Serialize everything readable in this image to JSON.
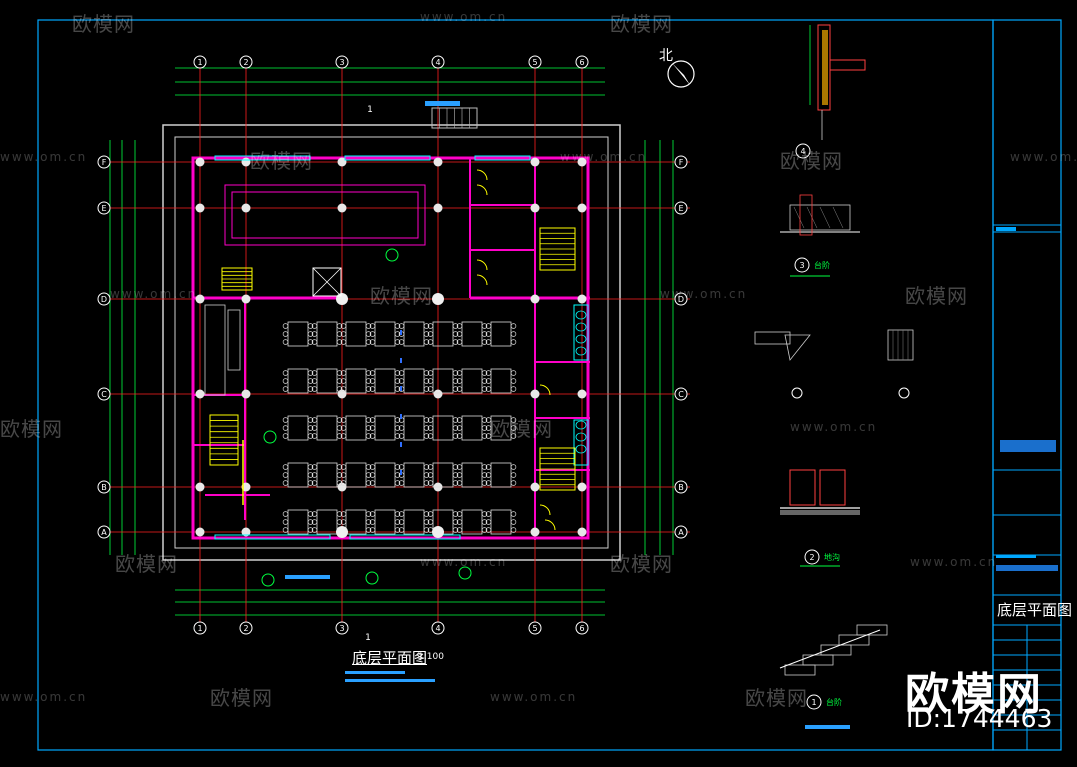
{
  "drawing": {
    "plan_title": "底层平面图",
    "plan_scale": "1:100",
    "titleblock_title": "底层平面图",
    "north": "北",
    "section_mark": "1"
  },
  "axes": {
    "columns": [
      "1",
      "2",
      "3",
      "4",
      "5",
      "6"
    ],
    "rows": [
      "A",
      "B",
      "C",
      "D",
      "E",
      "F"
    ]
  },
  "details": [
    {
      "number": "4"
    },
    {
      "number": "3",
      "label": "台阶"
    },
    {
      "number": "2",
      "label": "地沟"
    },
    {
      "number": "1",
      "label": "台阶"
    }
  ],
  "branding": {
    "watermark": "欧模网",
    "watermark_url": "www.om.cn",
    "brand": "欧模网",
    "id_text": "ID:1744463"
  },
  "colors": {
    "background": "#000000",
    "frame": "#00a8ff",
    "axis_line": "#ff2020",
    "dimension": "#00ff40",
    "wall": "#ff00c8",
    "furniture": "#ffffff",
    "stair": "#ffff00",
    "window": "#00ffff"
  }
}
